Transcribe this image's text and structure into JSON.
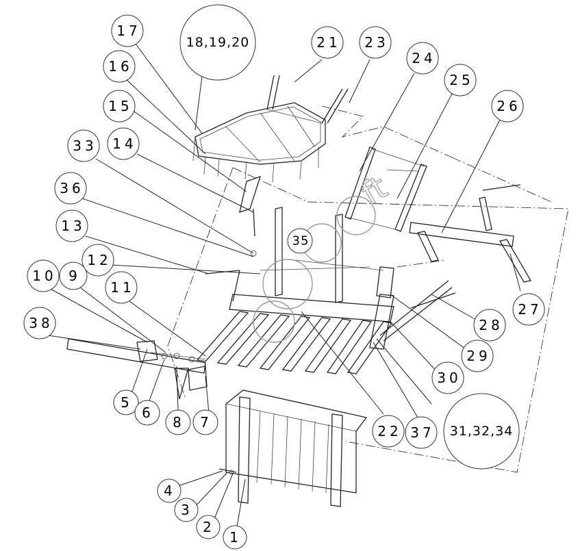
{
  "diagram": {
    "callouts": [
      {
        "id": "c1",
        "text": "1"
      },
      {
        "id": "c2",
        "text": "2"
      },
      {
        "id": "c3",
        "text": "3"
      },
      {
        "id": "c4",
        "text": "4"
      },
      {
        "id": "c5",
        "text": "5"
      },
      {
        "id": "c6",
        "text": "6"
      },
      {
        "id": "c7",
        "text": "7"
      },
      {
        "id": "c8",
        "text": "8"
      },
      {
        "id": "c9",
        "text": "9"
      },
      {
        "id": "c10",
        "text": "10"
      },
      {
        "id": "c11",
        "text": "11"
      },
      {
        "id": "c12",
        "text": "12"
      },
      {
        "id": "c13",
        "text": "13"
      },
      {
        "id": "c14",
        "text": "14"
      },
      {
        "id": "c15",
        "text": "15"
      },
      {
        "id": "c16",
        "text": "16"
      },
      {
        "id": "c17",
        "text": "17"
      },
      {
        "id": "c18",
        "text": "18,19,20"
      },
      {
        "id": "c21",
        "text": "21"
      },
      {
        "id": "c22",
        "text": "22"
      },
      {
        "id": "c23",
        "text": "23"
      },
      {
        "id": "c24",
        "text": "24"
      },
      {
        "id": "c25",
        "text": "25"
      },
      {
        "id": "c26",
        "text": "26"
      },
      {
        "id": "c27",
        "text": "27"
      },
      {
        "id": "c28",
        "text": "28"
      },
      {
        "id": "c29",
        "text": "29"
      },
      {
        "id": "c30",
        "text": "30"
      },
      {
        "id": "c31",
        "text": "31,32,34"
      },
      {
        "id": "c33",
        "text": "33"
      },
      {
        "id": "c35",
        "text": "35"
      },
      {
        "id": "c36",
        "text": "36"
      },
      {
        "id": "c37",
        "text": "37"
      },
      {
        "id": "c38",
        "text": "38"
      }
    ]
  }
}
